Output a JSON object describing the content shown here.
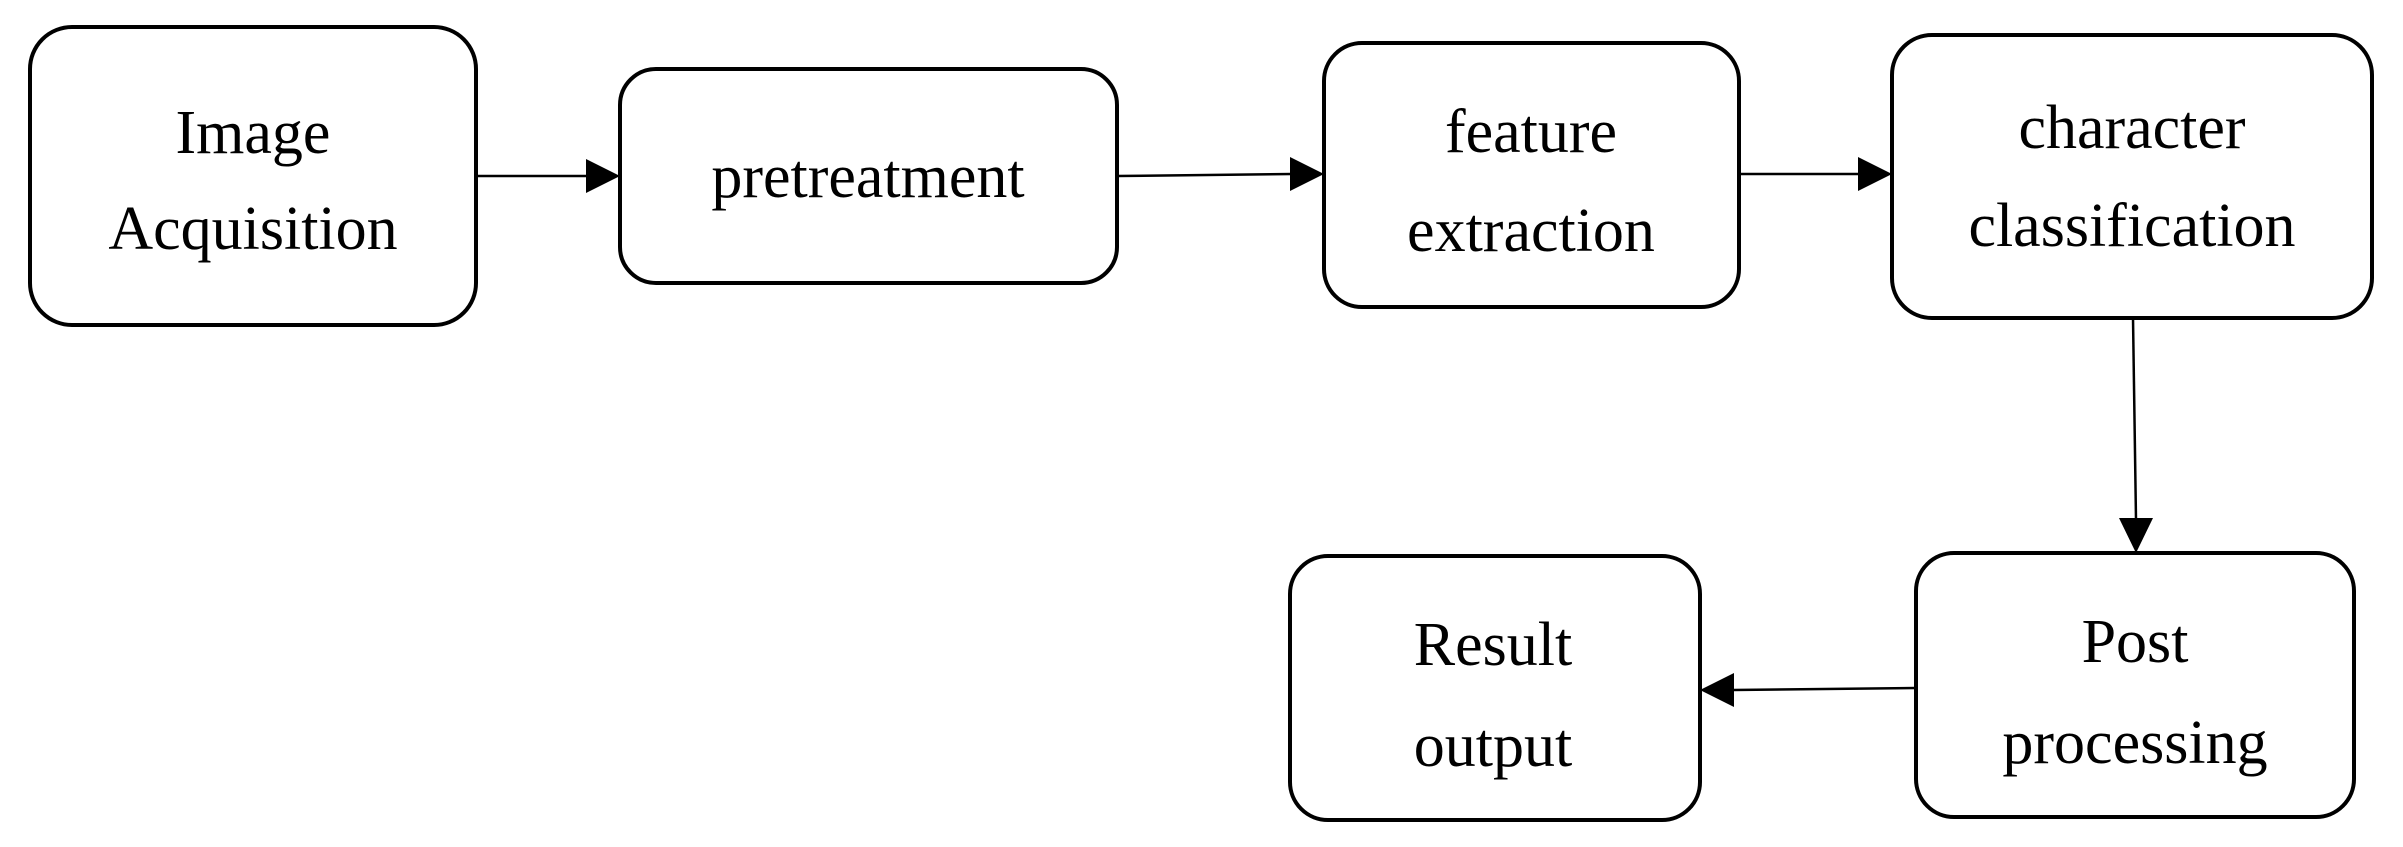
{
  "diagram": {
    "nodes": [
      {
        "id": "image-acquisition",
        "lines": [
          "Image",
          "Acquisition"
        ]
      },
      {
        "id": "pretreatment",
        "lines": [
          "pretreatment"
        ]
      },
      {
        "id": "feature-extraction",
        "lines": [
          "feature",
          "extraction"
        ]
      },
      {
        "id": "character-classification",
        "lines": [
          "character",
          "classification"
        ]
      },
      {
        "id": "post-processing",
        "lines": [
          "Post",
          "processing"
        ]
      },
      {
        "id": "result-output",
        "lines": [
          "Result",
          "output"
        ]
      }
    ],
    "edges": [
      {
        "from": "image-acquisition",
        "to": "pretreatment"
      },
      {
        "from": "pretreatment",
        "to": "feature-extraction"
      },
      {
        "from": "feature-extraction",
        "to": "character-classification"
      },
      {
        "from": "character-classification",
        "to": "post-processing"
      },
      {
        "from": "post-processing",
        "to": "result-output"
      }
    ]
  }
}
